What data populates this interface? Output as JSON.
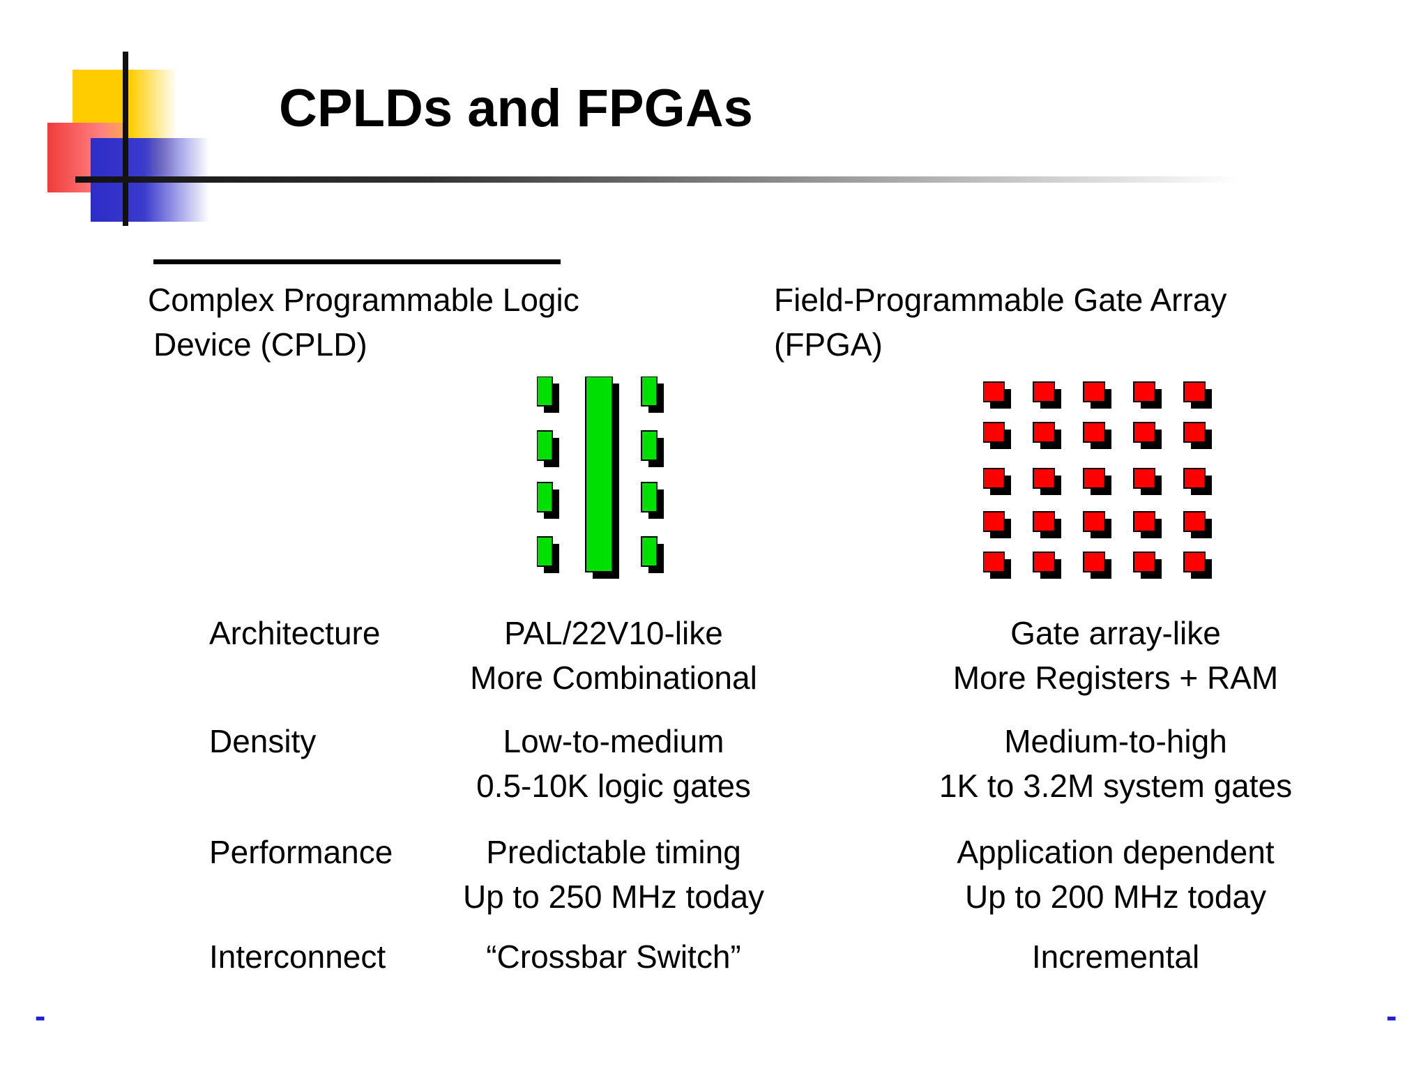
{
  "slide": {
    "title": "CPLDs and FPGAs",
    "cpld_heading_line1": "Complex Programmable Logic",
    "cpld_heading_line2": "Device (CPLD)",
    "fpga_heading_line1": "Field-Programmable Gate Array",
    "fpga_heading_line2": "(FPGA)",
    "rows": [
      {
        "label": "Architecture",
        "cpld": [
          "PAL/22V10-like",
          "More Combinational"
        ],
        "fpga": [
          "Gate array-like",
          "More Registers + RAM"
        ]
      },
      {
        "label": "Density",
        "cpld": [
          "Low-to-medium",
          "0.5-10K logic gates"
        ],
        "fpga": [
          "Medium-to-high",
          "1K to 3.2M system gates"
        ]
      },
      {
        "label": "Performance",
        "cpld": [
          "Predictable timing",
          "Up to 250 MHz today"
        ],
        "fpga": [
          "Application dependent",
          "Up to 200 MHz today"
        ]
      },
      {
        "label": "Interconnect",
        "cpld": [
          "“Crossbar Switch”"
        ],
        "fpga": [
          "Incremental"
        ]
      }
    ],
    "footer_left": "-",
    "footer_right": "-",
    "colors": {
      "cpld_block": "#00e000",
      "fpga_block": "#ff0000",
      "shadow": "#000000",
      "logo_yellow": "#ffcc00",
      "logo_red": "#f03c3c",
      "logo_blue": "#2d2dc8",
      "footer_accent": "#2020d0"
    },
    "icons": {
      "logo": "corner-squares-logo",
      "cpld_diagram": "cpld-block-diagram",
      "fpga_diagram": "fpga-grid-diagram"
    }
  }
}
